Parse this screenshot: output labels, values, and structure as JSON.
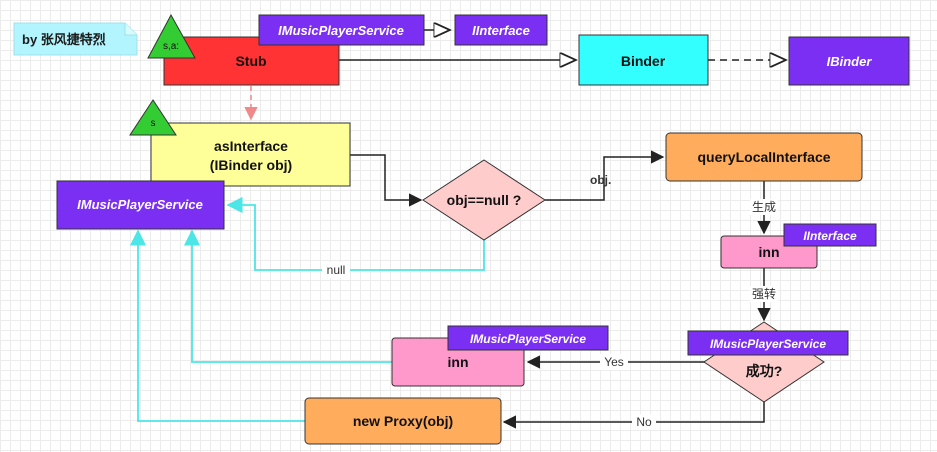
{
  "author_note": "by 张风捷特烈",
  "nodes": {
    "stub": "Stub",
    "stub_badge": "s,a:",
    "imusic_top": "IMusicPlayerService",
    "iinterface_top": "IInterface",
    "binder": "Binder",
    "ibinder": "IBinder",
    "as_interface_line1": "asInterface",
    "as_interface_line2": "(IBinder obj)",
    "as_interface_badge": "s",
    "imusic_left": "IMusicPlayerService",
    "obj_null": "obj==null ?",
    "query_local": "queryLocalInterface",
    "inn_right": "inn",
    "iinterface_small": "IInterface",
    "imusic_decision": "IMusicPlayerService",
    "success": "成功?",
    "imusic_inn": "IMusicPlayerService",
    "inn_left": "inn",
    "new_proxy": "new Proxy(obj)"
  },
  "edge_labels": {
    "null": "null",
    "obj": "obj.",
    "generate": "生成",
    "cast": "强转",
    "yes": "Yes",
    "no": "No"
  },
  "colors": {
    "stub": "#ff3333",
    "interface_tag": "#7b2ff2",
    "binder": "#33ffff",
    "as_interface": "#ffff99",
    "decision": "#ffcccc",
    "query": "#ffad5c",
    "inn": "#ff99cc",
    "proxy": "#ffad5c",
    "badge": "#33cc33",
    "note": "#b3f5ff",
    "cyan_line": "#4ce6e6",
    "pink_line": "#f08a8a"
  }
}
